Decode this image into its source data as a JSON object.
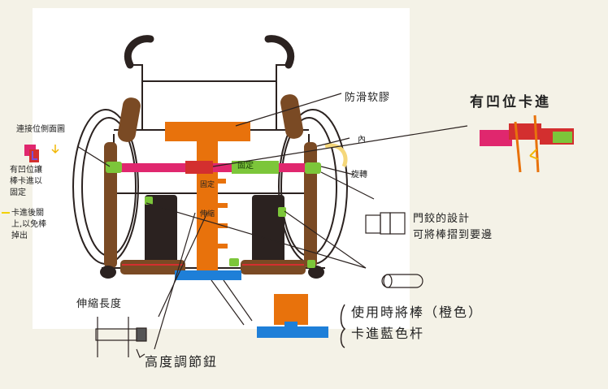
{
  "labels": {
    "anti_slip": "防滑软膠",
    "notch_insert": "有凹位卡進",
    "side_view": "連接位側面圖",
    "notch_note": [
      "有凹位讓",
      "棒卡進以",
      "固定"
    ],
    "insert_note": [
      "卡進後關",
      "上,以免棒",
      "掉出"
    ],
    "inner": "內",
    "rotate": "旋轉",
    "hinge_design": [
      "門鉸的設計",
      "可將棒摺到要邊"
    ],
    "usage_note": [
      "使用時將棒（橙色）",
      "卡進藍色杆"
    ],
    "telescopic": "伸縮長度",
    "height_knob": "高度調節鈕",
    "fix": "固定",
    "fix_small": "固定",
    "telescope_small": "伸縮"
  },
  "colors": {
    "orange": "#e8720c",
    "blue": "#1e7fd8",
    "pink": "#e0276e",
    "red": "#d32f2f",
    "green": "#7cc63a",
    "brown": "#7a4a24",
    "dark": "#2b2220"
  }
}
